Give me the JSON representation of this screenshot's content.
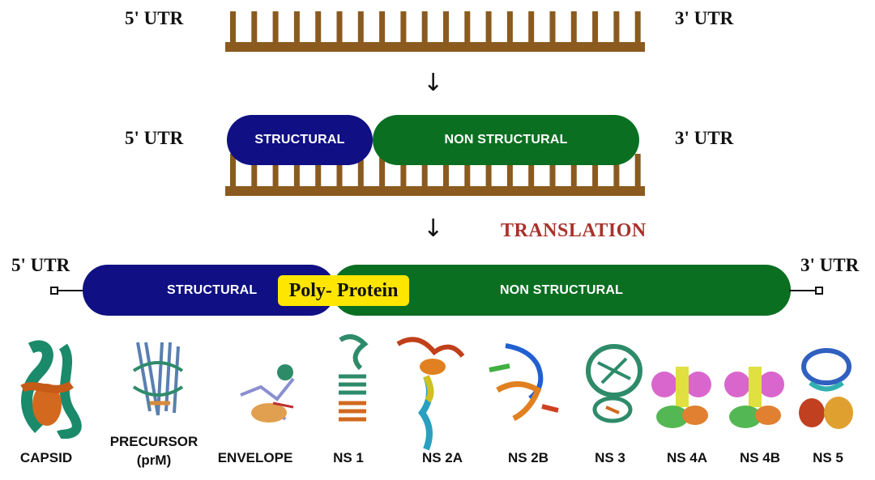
{
  "row1": {
    "left_utr": "5' UTR",
    "right_utr": "3' UTR"
  },
  "row2": {
    "left_utr": "5' UTR",
    "right_utr": "3' UTR",
    "structural": "STRUCTURAL",
    "non_structural": "NON STRUCTURAL"
  },
  "row3": {
    "left_utr": "5' UTR",
    "right_utr": "3' UTR",
    "structural": "STRUCTURAL",
    "non_structural": "NON STRUCTURAL",
    "polyprotein": "Poly- Protein"
  },
  "translation_label": "TRANSLATION",
  "proteins": [
    {
      "label": "CAPSID"
    },
    {
      "label_line1": "PRECURSOR",
      "label_line2": "(prM)"
    },
    {
      "label": "ENVELOPE"
    },
    {
      "label": "NS 1"
    },
    {
      "label": "NS 2A"
    },
    {
      "label": "NS 2B"
    },
    {
      "label": "NS 3"
    },
    {
      "label": "NS 4A"
    },
    {
      "label": "NS 4B"
    },
    {
      "label": "NS 5"
    }
  ],
  "colors": {
    "rna": "#8b5a1e",
    "structural": "#101084",
    "non_structural": "#0b6f22",
    "polyprotein_bg": "#ffe600",
    "translation": "#a8322b"
  }
}
